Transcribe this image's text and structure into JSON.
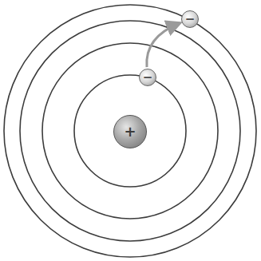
{
  "diagram": {
    "nodes": [
      {
        "text": [
          "+"
        ]
      },
      {
        "text": [
          "−"
        ]
      },
      {
        "text": [
          "−"
        ]
      }
    ],
    "edges": [
      {
        "from": 1,
        "to": 2,
        "arrow": "to"
      }
    ]
  }
}
